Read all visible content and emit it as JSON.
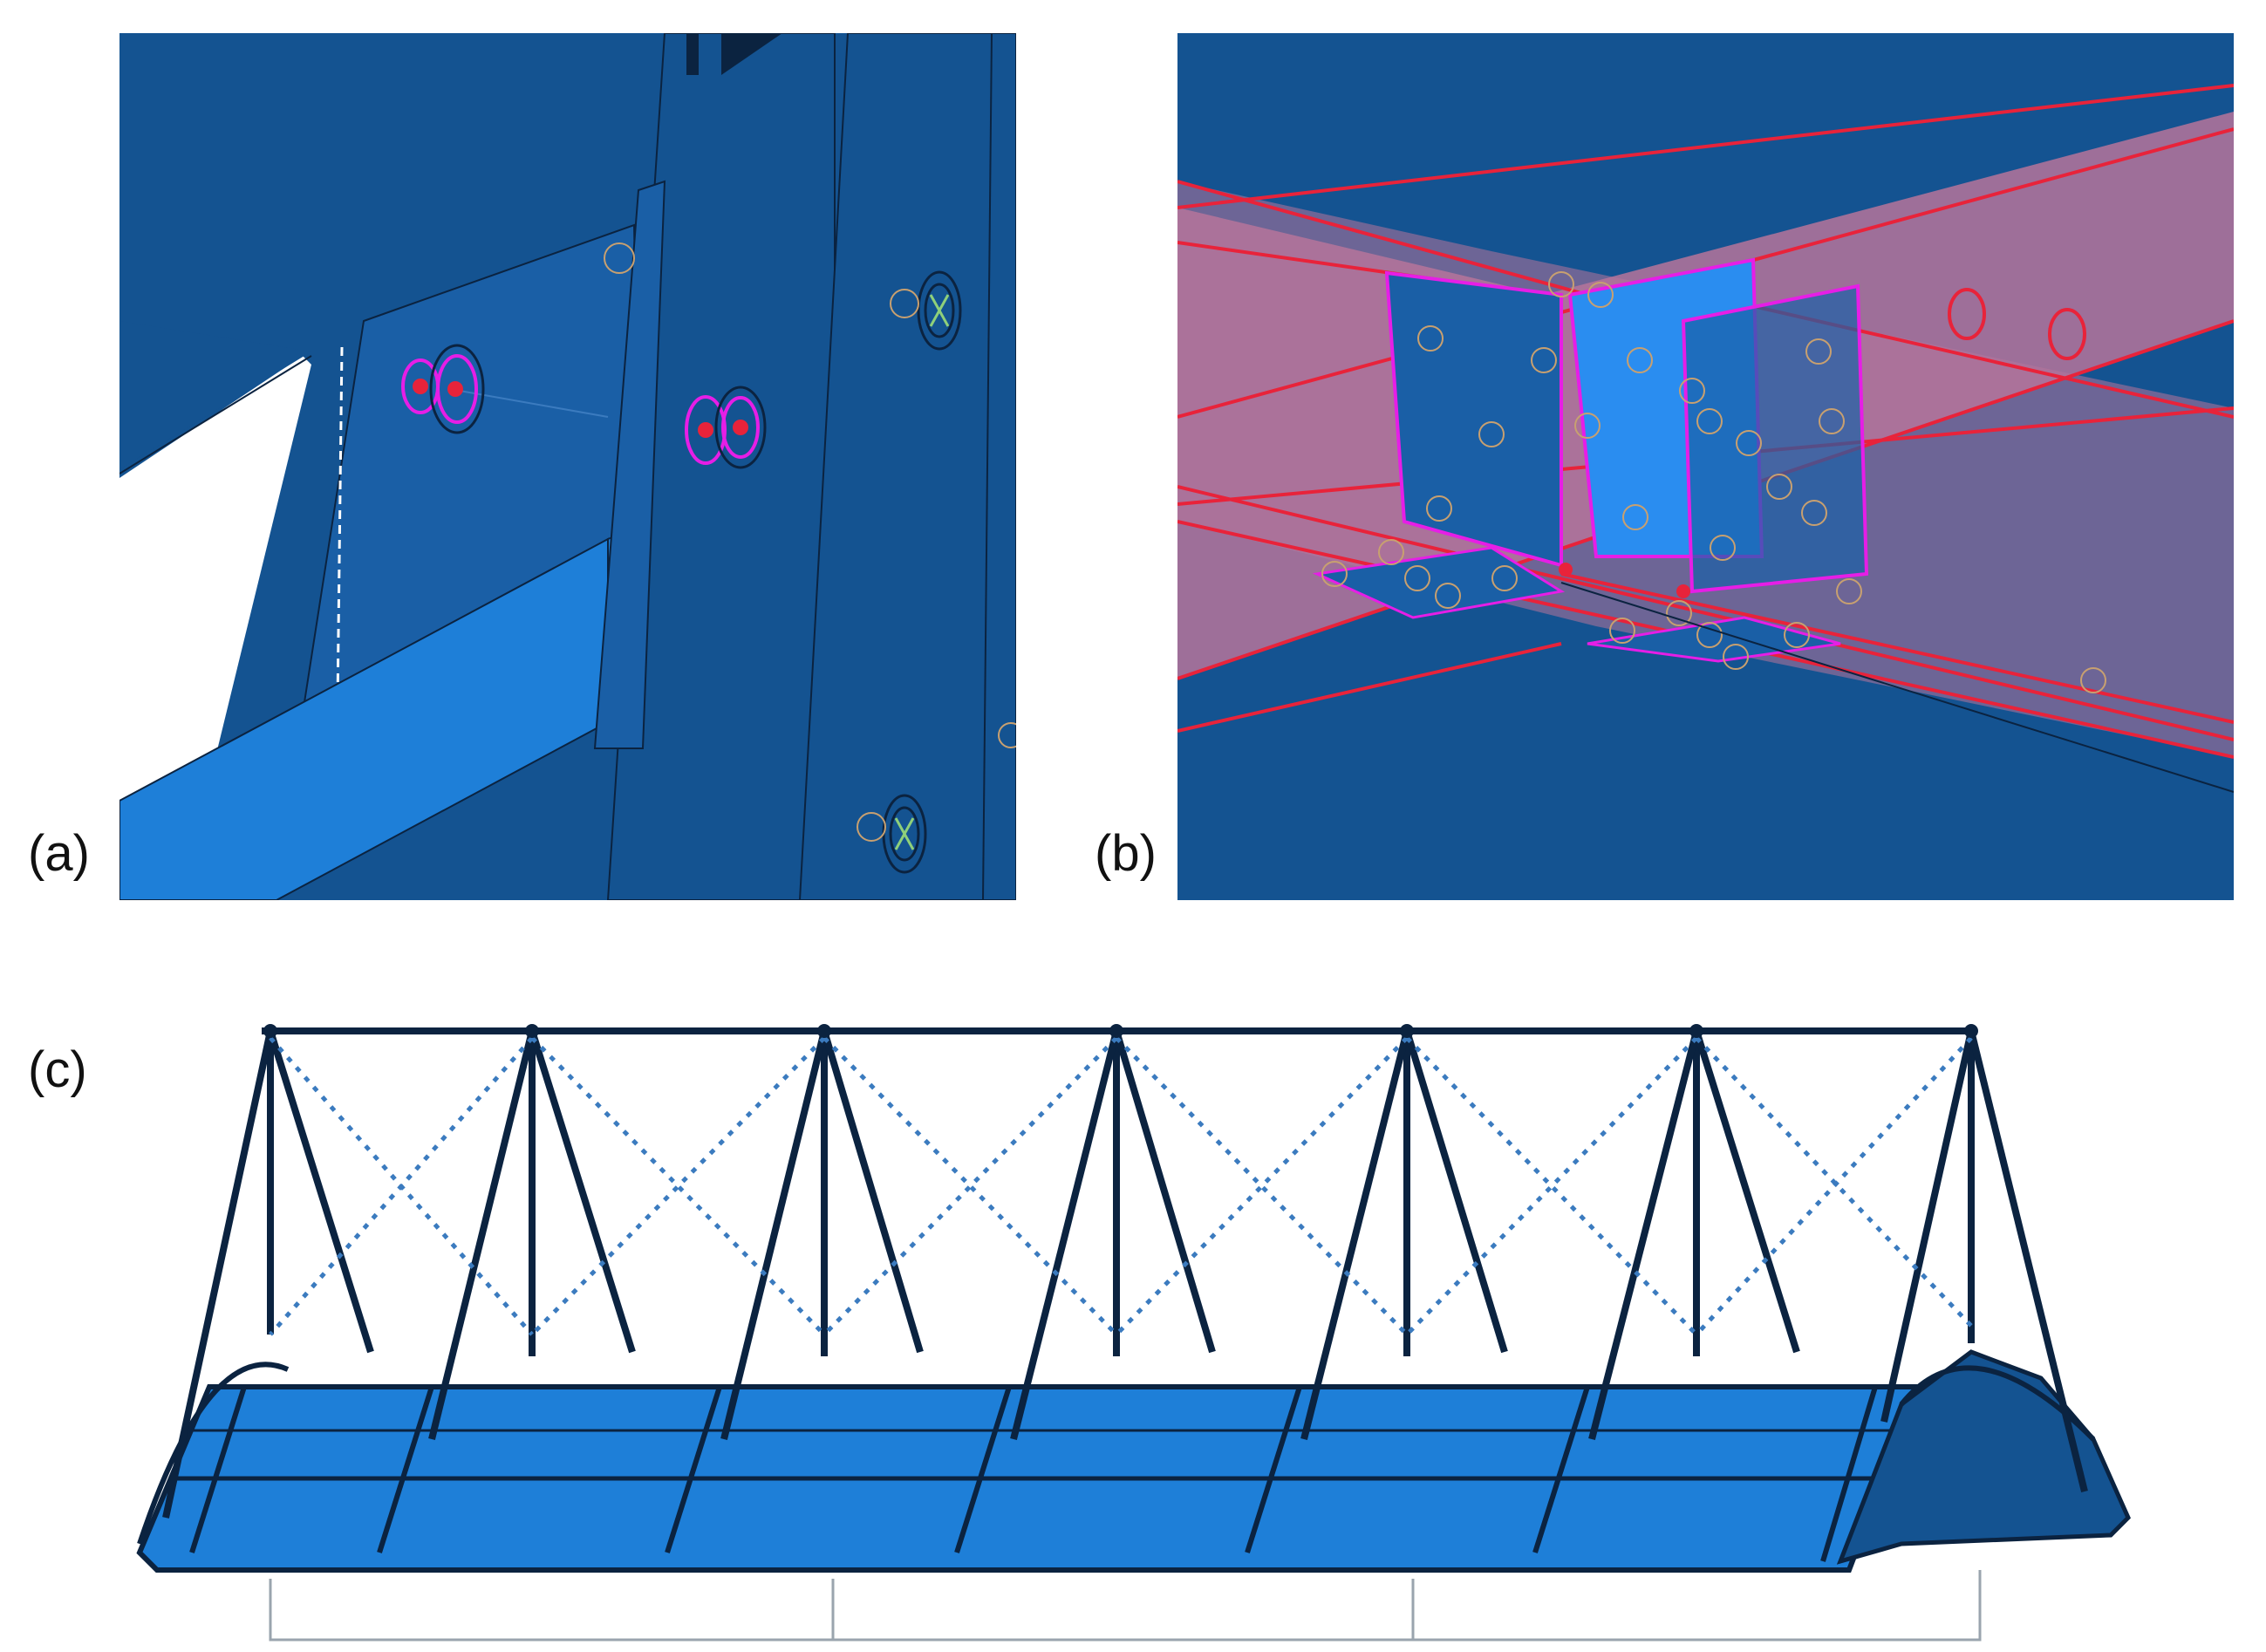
{
  "figure": {
    "panels": [
      {
        "id": "a",
        "label": "(a)",
        "content": "bolted-gusset-connection-closeup"
      },
      {
        "id": "b",
        "label": "(b)",
        "content": "beam-intersection-clip-angle-connection"
      },
      {
        "id": "c",
        "label": "(c)",
        "content": "truss-footbridge-assembly"
      }
    ]
  },
  "colors": {
    "background": "#ffffff",
    "model_dark_blue": "#145391",
    "model_light_blue": "#1e7fd8",
    "edge_lines": "#0b2340",
    "highlight_red": "#e8233a",
    "highlight_magenta": "#e61ee6",
    "beam_translucent": "#b6749a",
    "bolt_marker": "#c8a070",
    "bracing_dotted": "#3b7bbf",
    "ground_springs": "#9aa4ae"
  },
  "icons": {
    "bolt": "bolt-circle-icon",
    "node": "node-marker-icon"
  }
}
